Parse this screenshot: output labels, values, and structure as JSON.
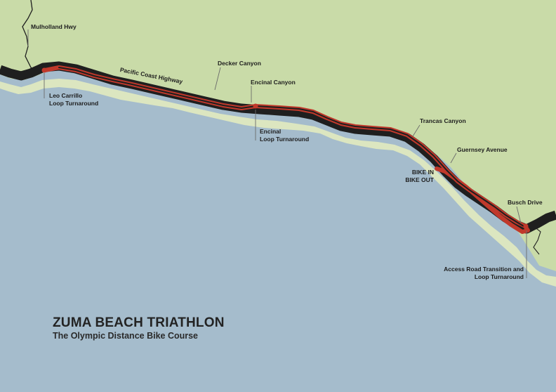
{
  "title": "ZUMA BEACH TRIATHLON",
  "subtitle": "The Olympic Distance Bike Course",
  "highway": "Pacific Coast Highway",
  "labels": {
    "mulholland": "Mulholland Hwy",
    "decker": "Decker Canyon",
    "encinal_canyon": "Encinal Canyon",
    "trancas": "Trancas Canyon",
    "guernsey": "Guernsey Avenue",
    "busch": "Busch Drive",
    "leo_line1": "Leo Carrillo",
    "leo_line2": "Loop Turnaround",
    "encinal_line1": "Encinal",
    "encinal_line2": "Loop Turnaround",
    "bike_line1": "BIKE IN",
    "bike_line2": "BIKE OUT",
    "access_line1": "Access Road Transition and",
    "access_line2": "Loop Turnaround"
  },
  "colors": {
    "water": "#a5bccc",
    "land": "#c9dba8",
    "beach": "#dce6c0",
    "road": "#1f1f1f",
    "route": "#c0392b"
  }
}
